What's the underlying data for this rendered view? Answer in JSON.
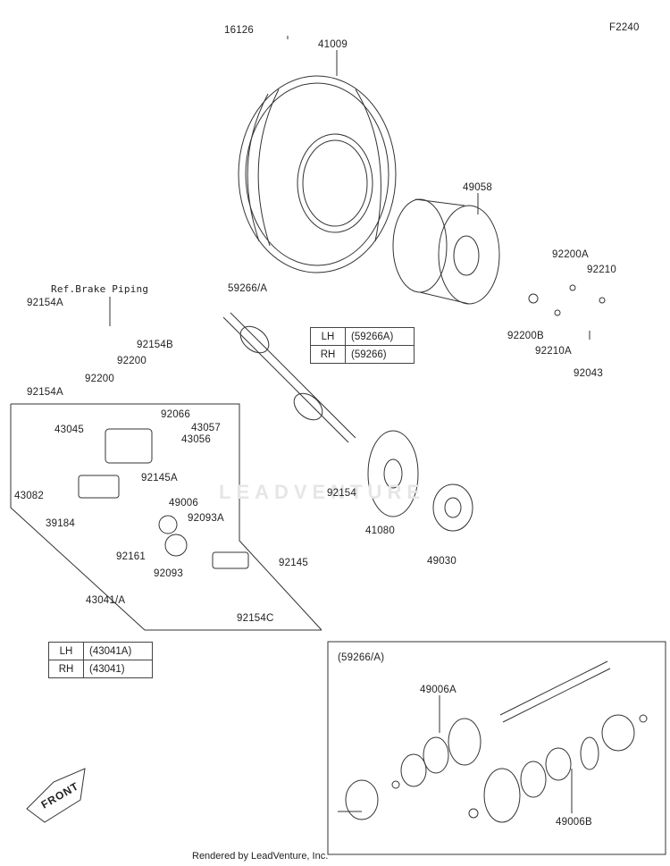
{
  "diagram_code": "F2240",
  "brake_ref": "Ref.Brake Piping",
  "parts": {
    "p16126": "16126",
    "p41009": "41009",
    "p49058": "49058",
    "p92200A": "92200A",
    "p92210": "92210",
    "p92200B": "92200B",
    "p92210A": "92210A",
    "p92043": "92043",
    "p59266": "59266/A",
    "p92154A_1": "92154A",
    "p92154B": "92154B",
    "p92200_1": "92200",
    "p92200_2": "92200",
    "p92154A_2": "92154A",
    "p92066": "92066",
    "p43045": "43045",
    "p43057": "43057",
    "p43056": "43056",
    "p92145A": "92145A",
    "p43082": "43082",
    "p49006": "49006",
    "p39184": "39184",
    "p92093A": "92093A",
    "p92161": "92161",
    "p92093": "92093",
    "p92145": "92145",
    "p92154C": "92154C",
    "p43041": "43041/A",
    "p92154": "92154",
    "p41080": "41080",
    "p49030": "49030",
    "p49006A": "49006A",
    "p49006B": "49006B"
  },
  "axle_table": {
    "rows": [
      {
        "side": "LH",
        "code": "(59266A)"
      },
      {
        "side": "RH",
        "code": "(59266)"
      }
    ]
  },
  "caliper_table": {
    "rows": [
      {
        "side": "LH",
        "code": "(43041A)"
      },
      {
        "side": "RH",
        "code": "(43041)"
      }
    ]
  },
  "inset_title": "(59266/A)",
  "front_label": "FRONT",
  "watermark": "LEADVENTURE",
  "footer": "Rendered by LeadVenture, Inc."
}
